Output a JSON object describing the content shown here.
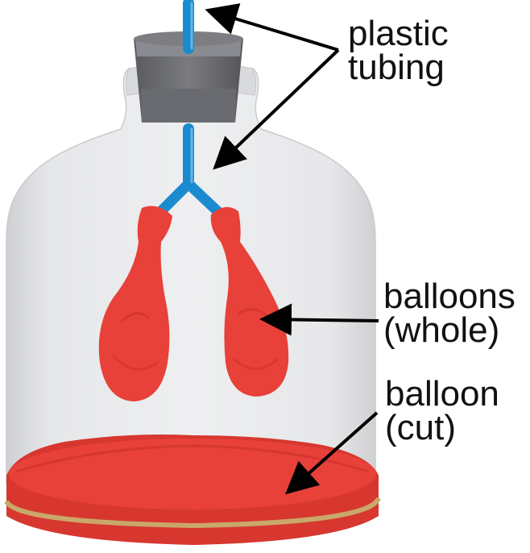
{
  "labels": {
    "tubing_line1": "plastic",
    "tubing_line2": "tubing",
    "balloons_line1": "balloons",
    "balloons_line2": "(whole)",
    "cut_line1": "balloon",
    "cut_line2": "(cut)"
  },
  "colors": {
    "jar_glass": "#dcdde0",
    "stopper": "#6b6c70",
    "tubing": "#1b8bd0",
    "balloon": "#e8413a",
    "rubber_band": "#c9a86a",
    "arrow": "#000000"
  }
}
